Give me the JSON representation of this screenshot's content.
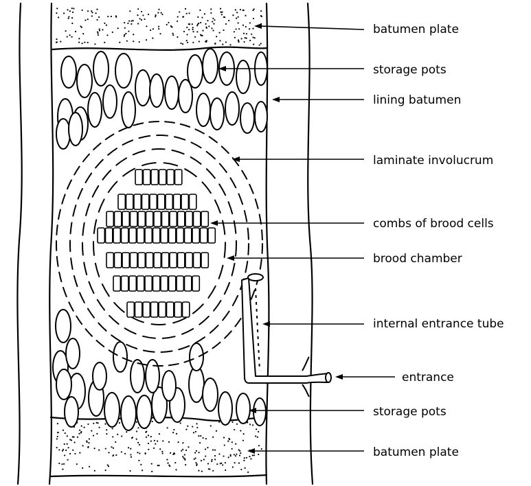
{
  "labels": {
    "batumen_plate_top": "batumen plate",
    "storage_pots_top": "storage pots",
    "lining_batumen": "lining batumen",
    "laminate_involucrum": "laminate involucrum",
    "combs_of_brood_cells": "combs of brood cells",
    "brood_chamber": "brood chamber",
    "internal_entrance_tube": "internal entrance tube",
    "entrance": "entrance",
    "storage_pots_bottom": "storage pots",
    "batumen_plate_bottom": "batumen plate"
  },
  "colors": {
    "ink": "#000000",
    "paper": "#ffffff"
  }
}
